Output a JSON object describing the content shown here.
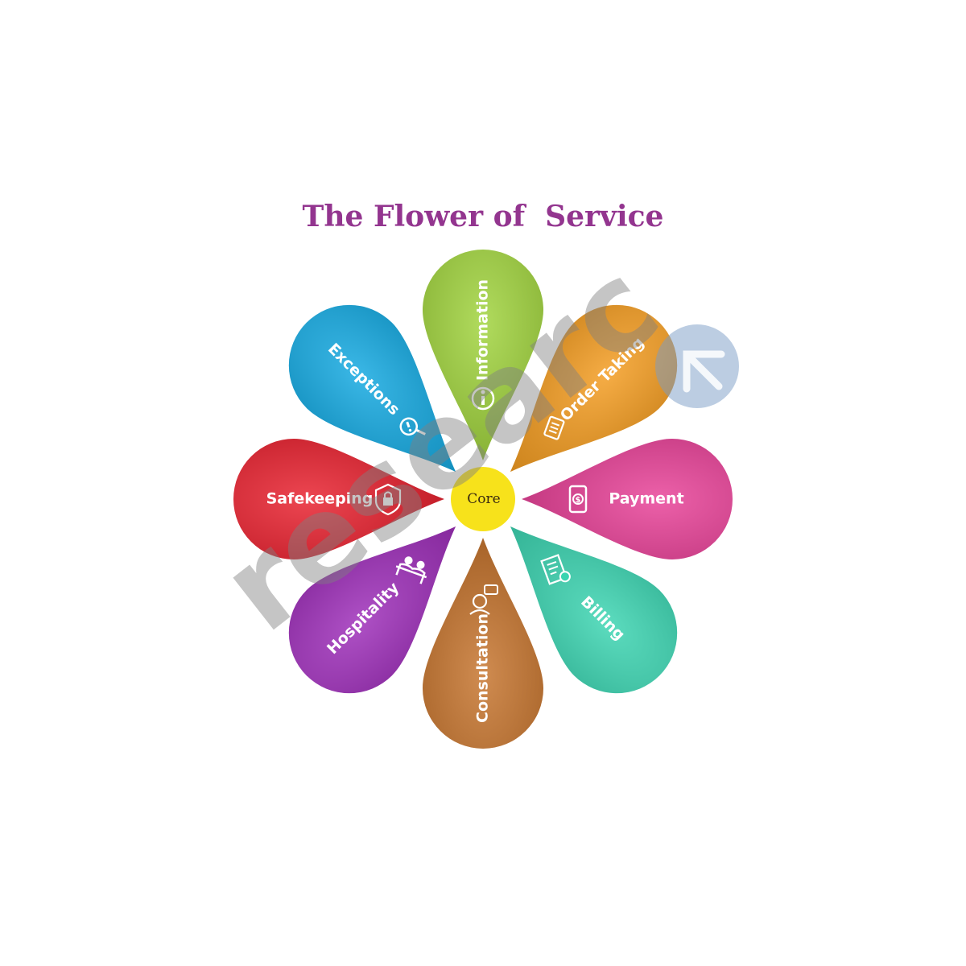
{
  "title": "The Flower of  Service",
  "core": {
    "label": "Core",
    "color": "#f7e21b"
  },
  "petals": [
    {
      "label": "Information",
      "color": "#9fd33a",
      "icon": "info-icon"
    },
    {
      "label": "Order Taking",
      "color": "#f39a1c",
      "icon": "clipboard-icon"
    },
    {
      "label": "Payment",
      "color": "#e83e96",
      "icon": "mobile-payment-icon"
    },
    {
      "label": "Billing",
      "color": "#38d4b0",
      "icon": "receipt-icon"
    },
    {
      "label": "Consultation",
      "color": "#c5722a",
      "icon": "chat-person-icon"
    },
    {
      "label": "Hospitality",
      "color": "#9c2ab8",
      "icon": "people-icon"
    },
    {
      "label": "Safekeeping",
      "color": "#e81d2b",
      "icon": "shield-lock-icon"
    },
    {
      "label": "Exceptions",
      "color": "#0fa7e0",
      "icon": "magnifier-alert-icon"
    }
  ],
  "watermark": {
    "text": "researc",
    "color": "#7a9cc6"
  }
}
